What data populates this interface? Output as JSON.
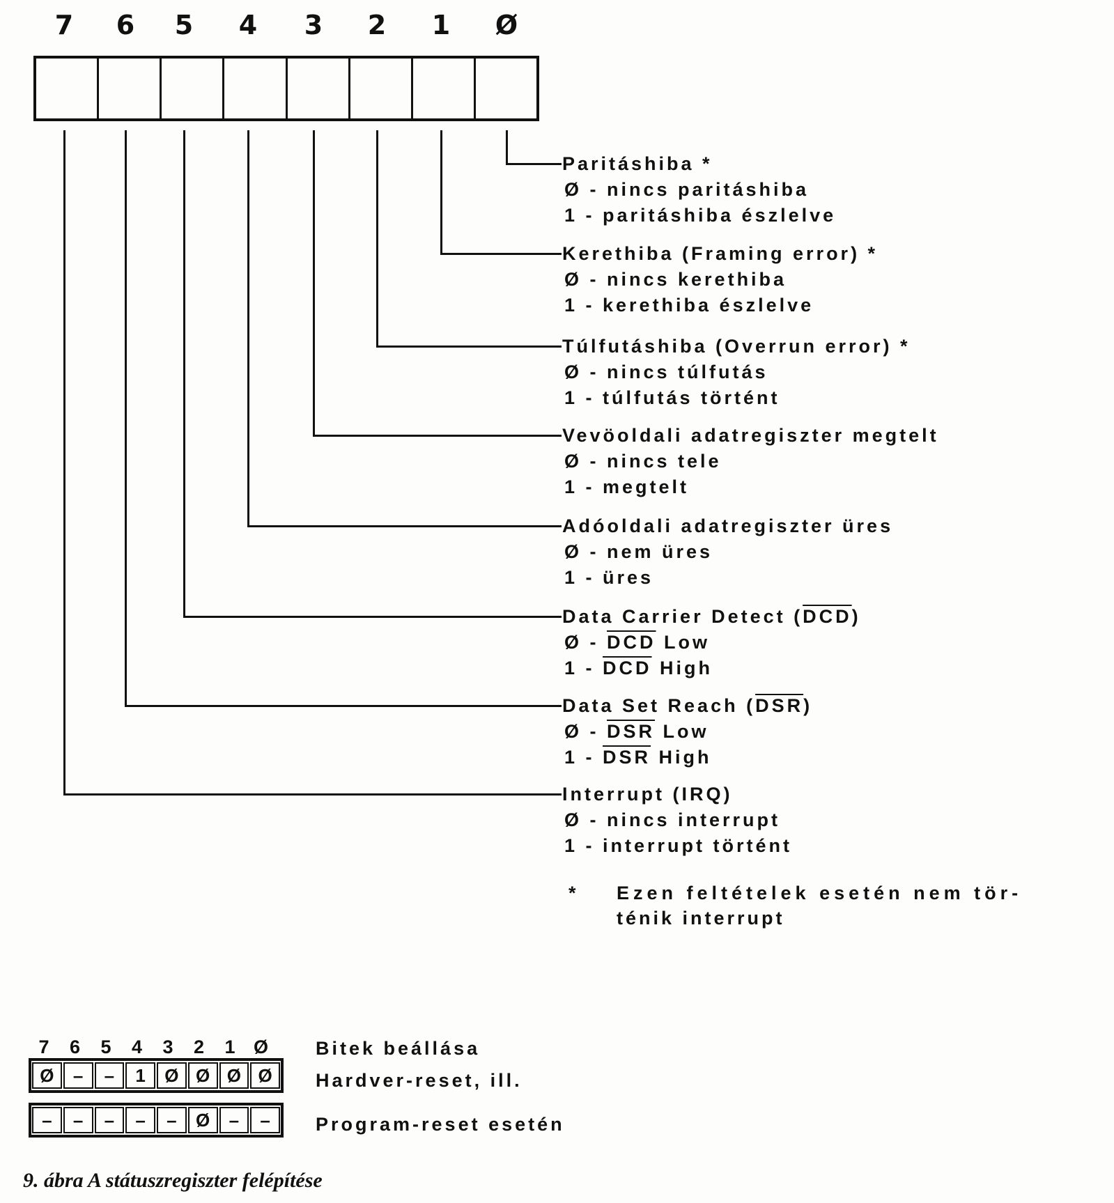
{
  "register": {
    "bit_labels": [
      "7",
      "6",
      "5",
      "4",
      "3",
      "2",
      "1",
      "Ø"
    ]
  },
  "fields": [
    {
      "bit": "Ø",
      "title": [
        [
          "Paritáshiba *",
          false
        ]
      ],
      "options": [
        [
          [
            "Ø - nincs paritáshiba",
            false
          ]
        ],
        [
          [
            "1 - paritáshiba észlelve",
            false
          ]
        ]
      ]
    },
    {
      "bit": "1",
      "title": [
        [
          "Kerethiba (Framing error) *",
          false
        ]
      ],
      "options": [
        [
          [
            "Ø - nincs kerethiba",
            false
          ]
        ],
        [
          [
            "1 - kerethiba észlelve",
            false
          ]
        ]
      ]
    },
    {
      "bit": "2",
      "title": [
        [
          "Túlfutáshiba (Overrun error) *",
          false
        ]
      ],
      "options": [
        [
          [
            "Ø - nincs túlfutás",
            false
          ]
        ],
        [
          [
            "1 - túlfutás történt",
            false
          ]
        ]
      ]
    },
    {
      "bit": "3",
      "title": [
        [
          "Vevöoldali adatregiszter megtelt",
          false
        ]
      ],
      "options": [
        [
          [
            "Ø - nincs tele",
            false
          ]
        ],
        [
          [
            "1 - megtelt",
            false
          ]
        ]
      ]
    },
    {
      "bit": "4",
      "title": [
        [
          "Adóoldali adatregiszter üres",
          false
        ]
      ],
      "options": [
        [
          [
            "Ø - nem üres",
            false
          ]
        ],
        [
          [
            "1 - üres",
            false
          ]
        ]
      ]
    },
    {
      "bit": "5",
      "title": [
        [
          "Data Carrier Detect (",
          false
        ],
        [
          "DCD",
          true
        ],
        [
          ")",
          false
        ]
      ],
      "options": [
        [
          [
            "Ø - ",
            false
          ],
          [
            "DCD",
            true
          ],
          [
            " Low",
            false
          ]
        ],
        [
          [
            "1 - ",
            false
          ],
          [
            "DCD",
            true
          ],
          [
            " High",
            false
          ]
        ]
      ]
    },
    {
      "bit": "6",
      "title": [
        [
          "Data Set Reach (",
          false
        ],
        [
          "DSR",
          true
        ],
        [
          ")",
          false
        ]
      ],
      "options": [
        [
          [
            "Ø - ",
            false
          ],
          [
            "DSR",
            true
          ],
          [
            " Low",
            false
          ]
        ],
        [
          [
            "1 - ",
            false
          ],
          [
            "DSR",
            true
          ],
          [
            " High",
            false
          ]
        ]
      ]
    },
    {
      "bit": "7",
      "title": [
        [
          "Interrupt (IRQ)",
          false
        ]
      ],
      "options": [
        [
          [
            "Ø - nincs interrupt",
            false
          ]
        ],
        [
          [
            "1 - interrupt történt",
            false
          ]
        ]
      ]
    }
  ],
  "footnote": {
    "mark": "*",
    "line1": "Ezen feltételek esetén nem tör-",
    "line2": "ténik interrupt"
  },
  "reset_table": {
    "bit_labels": [
      "7",
      "6",
      "5",
      "4",
      "3",
      "2",
      "1",
      "Ø"
    ],
    "hardware_reset": [
      "Ø",
      "–",
      "–",
      "1",
      "Ø",
      "Ø",
      "Ø",
      "Ø"
    ],
    "program_reset": [
      "–",
      "–",
      "–",
      "–",
      "–",
      "Ø",
      "–",
      "–"
    ],
    "label1": "Bitek beállása",
    "label2": "Hardver-reset, ill.",
    "label3": "Program-reset esetén"
  },
  "caption": "9. ábra A státuszregiszter felépítése"
}
